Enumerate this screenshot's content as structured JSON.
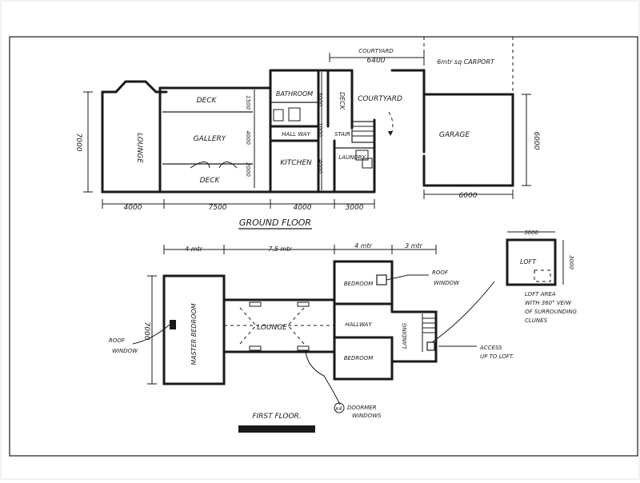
{
  "ground_floor": {
    "title": "GROUND FLOOR",
    "rooms": {
      "lounge": "LOUNGE",
      "deck_top": "DECK",
      "gallery": "GALLERY",
      "deck_bottom": "DECK",
      "bathroom": "BATHROOM",
      "deck_side": "DECK",
      "courtyard": "COURTYARD",
      "hallway": "HALL WAY",
      "stair": "STAIR",
      "kitchen": "KITCHEN",
      "laundry": "LAUNDRY",
      "garage": "GARAGE",
      "carport": "6mtr sq CARPORT"
    },
    "dims": {
      "courtyard_label": "COURTYARD",
      "courtyard_width": "6400",
      "lounge_height": "7000",
      "garage_height": "6000",
      "bath_height": "3000",
      "deck_height": "1500",
      "kitchen_height_a": "4000",
      "kitchen_height_b": "4000",
      "gallery_sub": "2000",
      "hall_dim": "1000",
      "b1": "4000",
      "b2": "7500",
      "b3": "4000",
      "b4": "3000",
      "garage_width": "6000"
    }
  },
  "first_floor": {
    "title": "FIRST FLOOR.",
    "rooms": {
      "master_bedroom": "MASTER BEDROOM",
      "lounge": "LOUNGE",
      "bedroom_top": "BEDROOM",
      "bedroom_bottom": "BEDROOM",
      "hallway": "HALLWAY",
      "landing": "LANDING",
      "loft": "LOFT"
    },
    "dims": {
      "d1": "4 mtr",
      "d2": "7.5 mtr",
      "d3": "4 mtr",
      "d4": "3 mtr",
      "master_height": "7000",
      "loft_width": "3000",
      "loft_height": "3000"
    },
    "notes": {
      "roof_window_left": [
        "ROOF",
        "WINDOW"
      ],
      "roof_window_right": [
        "ROOF",
        "WINDOW"
      ],
      "dormer": [
        "DOORMER",
        "WINDOWS"
      ],
      "dormer_count": "x4",
      "access": [
        "ACCESS",
        "UP TO LOFT."
      ],
      "loft_area": [
        "LOFT AREA",
        "WITH 360° VEIW",
        "OF SURROUNDING",
        "CLUNES"
      ]
    }
  }
}
